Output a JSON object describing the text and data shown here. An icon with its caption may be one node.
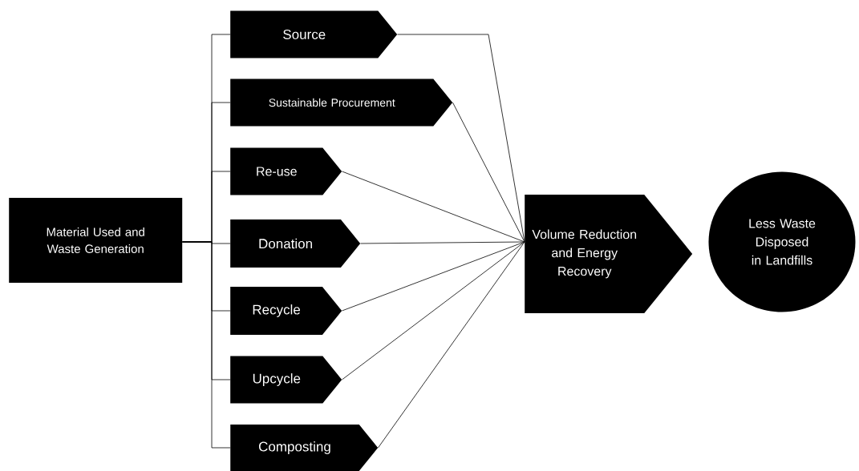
{
  "diagram": {
    "nodes": [
      {
        "text": [
          "Material Used and Waste Generation"
        ]
      },
      {
        "text": [
          "Source"
        ]
      },
      {
        "text": [
          "Sustainable Procurement"
        ]
      },
      {
        "text": [
          "Re-use"
        ]
      },
      {
        "text": [
          "Donation"
        ]
      },
      {
        "text": [
          "Recycle"
        ]
      },
      {
        "text": [
          "Upcycle"
        ]
      },
      {
        "text": [
          "Composting"
        ]
      },
      {
        "text": [
          "Volume Reduction and Energy Recovery"
        ]
      },
      {
        "text": [
          "Less Waste Disposed in Landfills"
        ]
      }
    ],
    "edges": [
      {
        "from": 0,
        "to": 1,
        "arrow": "none"
      },
      {
        "from": 0,
        "to": 2,
        "arrow": "none"
      },
      {
        "from": 0,
        "to": 3,
        "arrow": "none"
      },
      {
        "from": 0,
        "to": 4,
        "arrow": "none"
      },
      {
        "from": 0,
        "to": 5,
        "arrow": "none"
      },
      {
        "from": 0,
        "to": 6,
        "arrow": "none"
      },
      {
        "from": 0,
        "to": 7,
        "arrow": "none"
      },
      {
        "from": 1,
        "to": 8,
        "arrow": "none"
      },
      {
        "from": 2,
        "to": 8,
        "arrow": "none"
      },
      {
        "from": 3,
        "to": 8,
        "arrow": "none"
      },
      {
        "from": 4,
        "to": 8,
        "arrow": "none"
      },
      {
        "from": 5,
        "to": 8,
        "arrow": "none"
      },
      {
        "from": 6,
        "to": 8,
        "arrow": "none"
      },
      {
        "from": 7,
        "to": 8,
        "arrow": "none"
      }
    ]
  }
}
